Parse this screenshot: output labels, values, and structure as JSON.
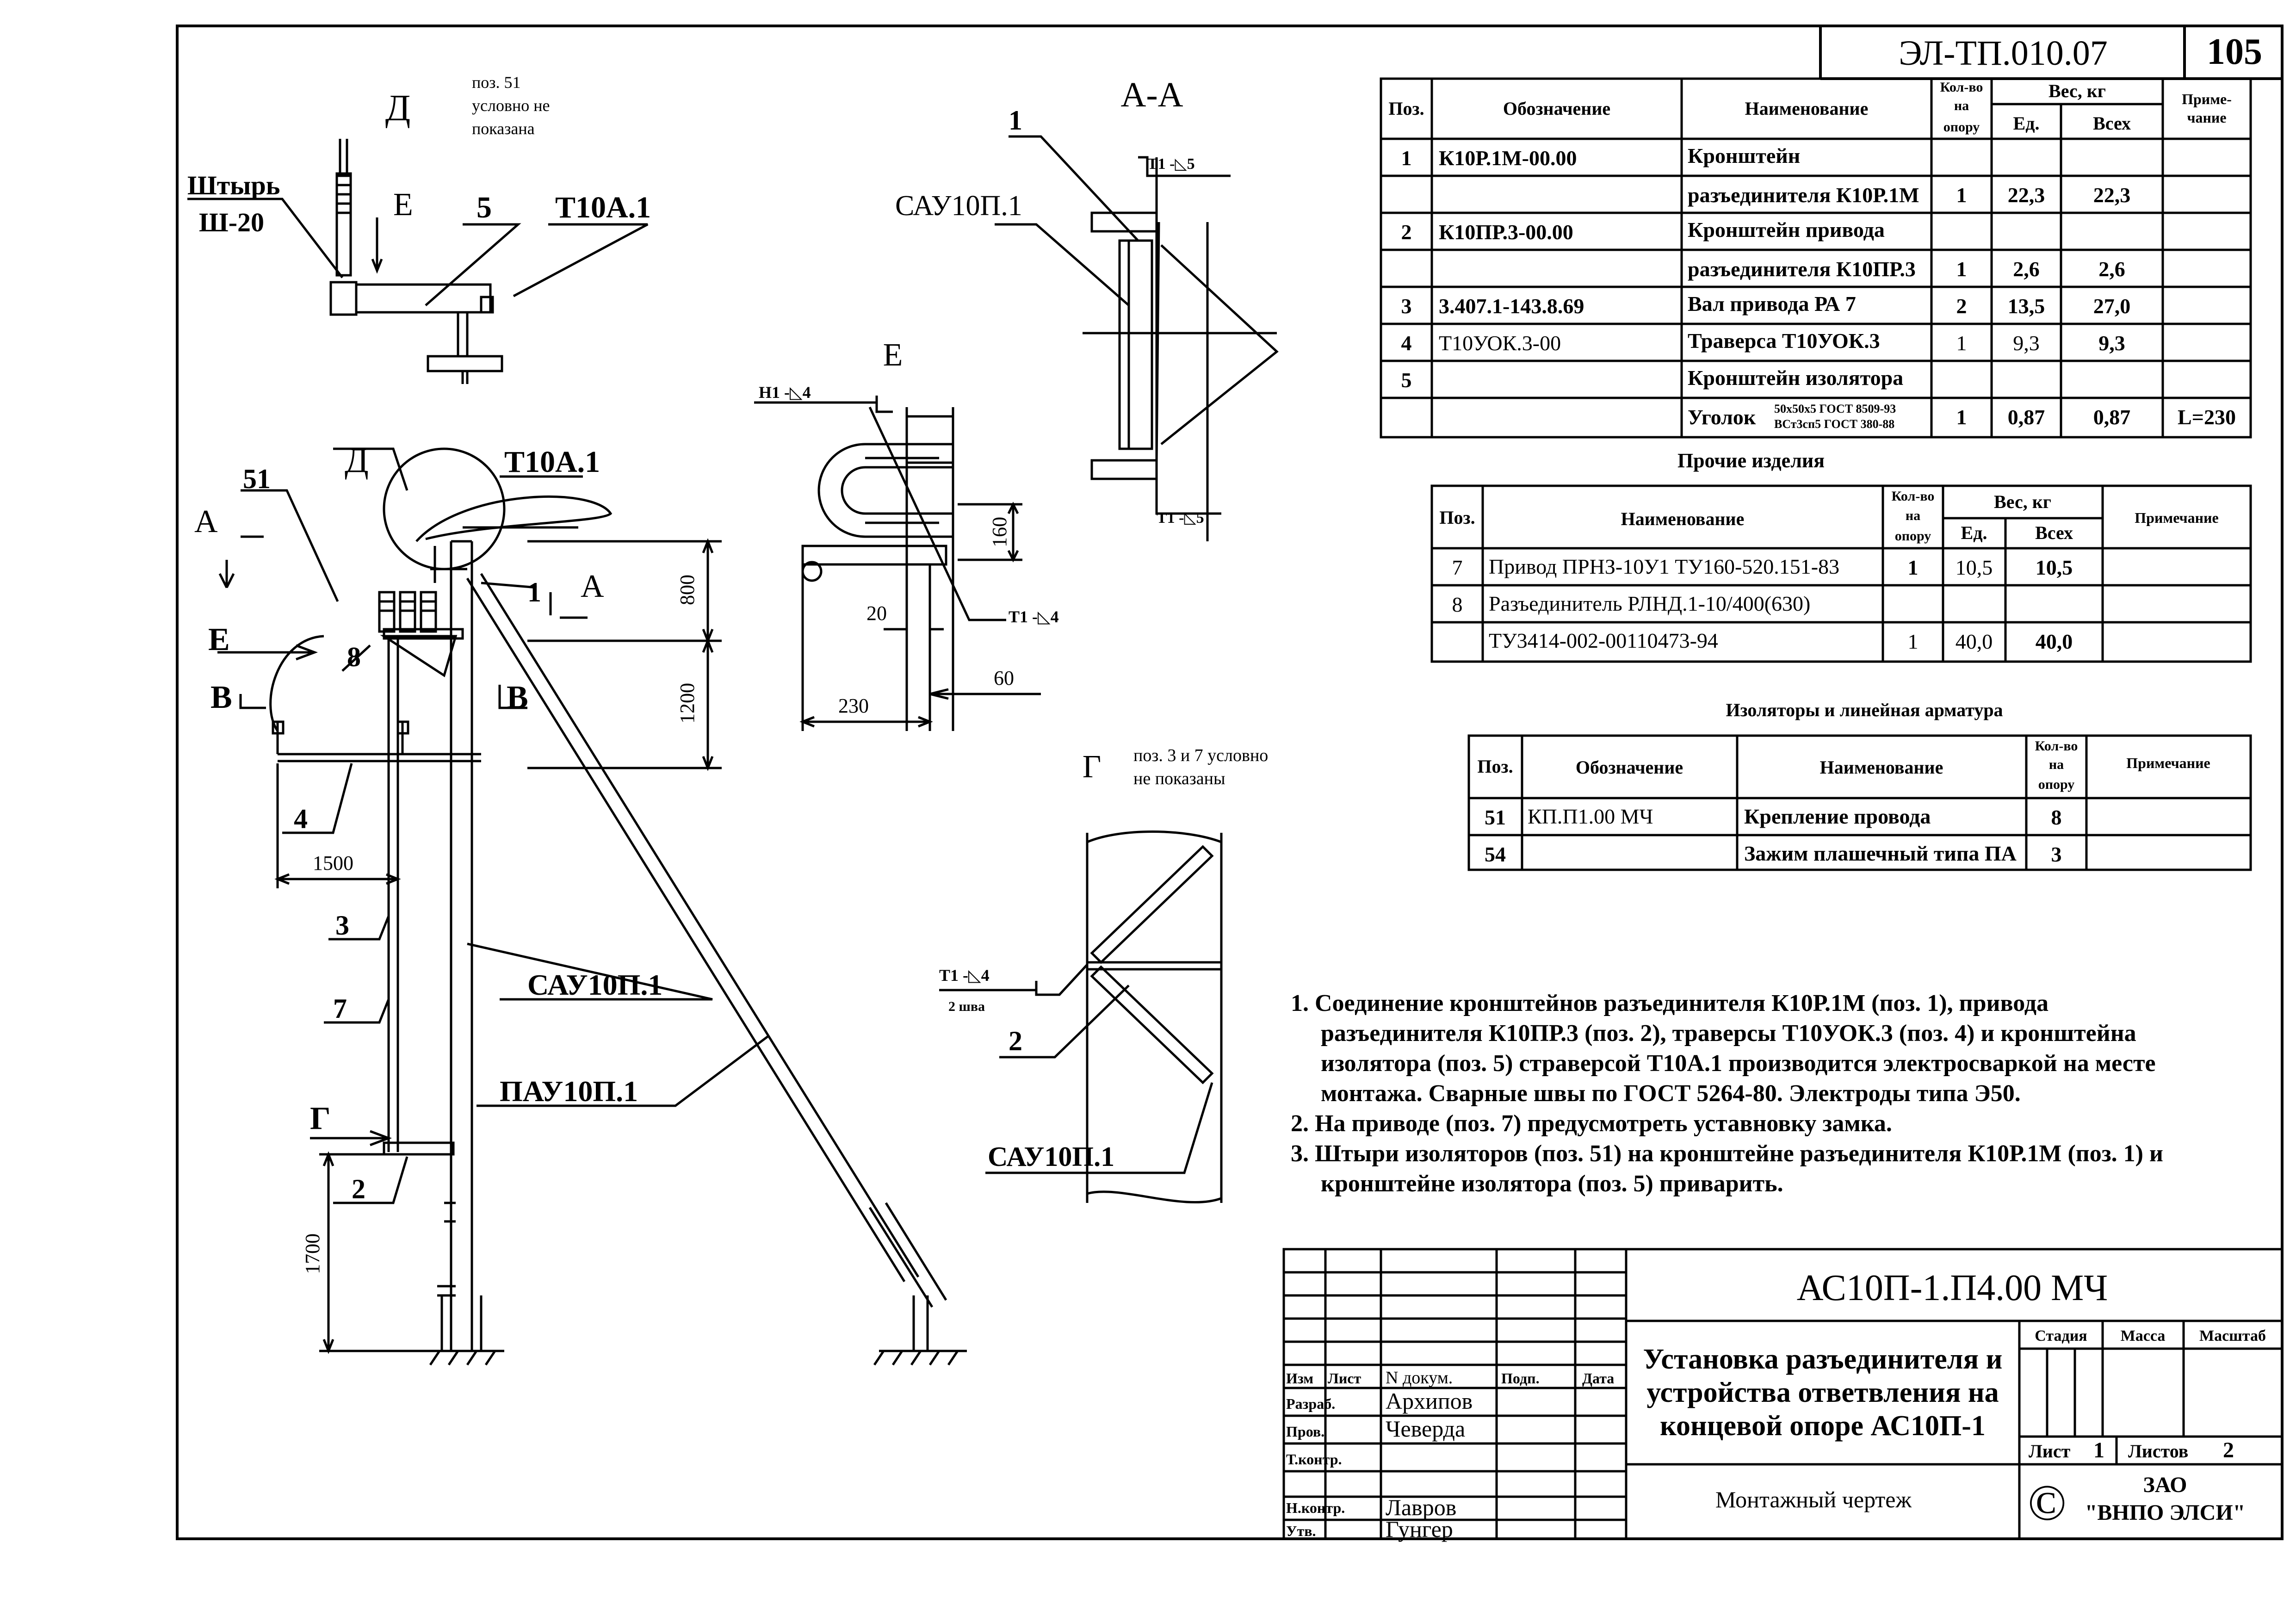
{
  "header": {
    "code": "ЭЛ-ТП.010.07",
    "page": "105"
  },
  "main_table": {
    "headers": {
      "pos": "Поз.",
      "designation": "Обозначение",
      "name": "Наименование",
      "qty_l1": "Кол-во",
      "qty_l2": "на",
      "qty_l3": "опору",
      "weight": "Вес, кг",
      "unit": "Ед.",
      "total": "Всех",
      "note_l1": "Приме-",
      "note_l2": "чание"
    },
    "rows": [
      {
        "pos": "1",
        "designation": "К10Р.1М-00.00",
        "name": "Кронштейн",
        "qty": "",
        "unit": "",
        "total": "",
        "note": ""
      },
      {
        "pos": "",
        "designation": "",
        "name": "разъединителя К10Р.1М",
        "qty": "1",
        "unit": "22,3",
        "total": "22,3",
        "note": ""
      },
      {
        "pos": "2",
        "designation": "К10ПР.3-00.00",
        "name": "Кронштейн привода",
        "qty": "",
        "unit": "",
        "total": "",
        "note": ""
      },
      {
        "pos": "",
        "designation": "",
        "name": "разъединителя К10ПР.3",
        "qty": "1",
        "unit": "2,6",
        "total": "2,6",
        "note": ""
      },
      {
        "pos": "3",
        "designation": "3.407.1-143.8.69",
        "name": "Вал привода РА 7",
        "qty": "2",
        "unit": "13,5",
        "total": "27,0",
        "note": ""
      },
      {
        "pos": "4",
        "designation": "Т10УОК.3-00",
        "name": "Траверса Т10УОК.3",
        "qty": "1",
        "unit": "9,3",
        "total": "9,3",
        "note": ""
      },
      {
        "pos": "5",
        "designation": "",
        "name": "Кронштейн изолятора",
        "qty": "",
        "unit": "",
        "total": "",
        "note": ""
      },
      {
        "pos": "",
        "designation": "",
        "name": "Уголок",
        "name_sub1": "50x50x5 ГОСТ 8509-93",
        "name_sub2": "ВСт3сп5 ГОСТ 380-88",
        "qty": "1",
        "unit": "0,87",
        "total": "0,87",
        "note": "L=230"
      }
    ]
  },
  "other_items": {
    "title": "Прочие изделия",
    "headers": {
      "pos": "Поз.",
      "name": "Наименование",
      "qty_l1": "Кол-во",
      "qty_l2": "на",
      "qty_l3": "опору",
      "weight": "Вес, кг",
      "unit": "Ед.",
      "total": "Всех",
      "note": "Примечание"
    },
    "rows": [
      {
        "pos": "7",
        "name": "Привод ПРНЗ-10У1 ТУ160-520.151-83",
        "qty": "1",
        "unit": "10,5",
        "total": "10,5"
      },
      {
        "pos": "8",
        "name": "Разъединитель РЛНД.1-10/400(630)",
        "qty": "",
        "unit": "",
        "total": ""
      },
      {
        "pos": "",
        "name": "ТУ3414-002-00110473-94",
        "qty": "1",
        "unit": "40,0",
        "total": "40,0"
      }
    ]
  },
  "insulators": {
    "title": "Изоляторы и линейная арматура",
    "headers": {
      "pos": "Поз.",
      "designation": "Обозначение",
      "name": "Наименование",
      "qty_l1": "Кол-во",
      "qty_l2": "на",
      "qty_l3": "опору",
      "note": "Примечание"
    },
    "rows": [
      {
        "pos": "51",
        "designation": "КП.П1.00 МЧ",
        "name": "Крепление провода",
        "qty": "8"
      },
      {
        "pos": "54",
        "designation": "",
        "name": "Зажим плашечный типа ПА",
        "qty": "3"
      }
    ]
  },
  "notes": [
    "1. Соединение кронштейнов разъединителя К10Р.1М (поз. 1), привода",
    "разъединителя К10ПР.3 (поз. 2), траверсы   Т10УОК.3 (поз. 4) и кронштейна",
    "изолятора (поз. 5) страверсой Т10А.1 производится электросваркой на месте",
    "монтажа. Сварные швы по ГОСТ 5264-80. Электроды типа Э50.",
    "2. На приводе (поз. 7) предусмотреть уставновку замка.",
    "3. Штыри изоляторов (поз. 51) на кронштейне разъединителя К10Р.1М (поз. 1) и",
    "кронштейне изолятора (поз. 5) приварить."
  ],
  "title_block": {
    "code": "АС10П-1.П4.00 МЧ",
    "title_lines": [
      "Установка разъединителя и",
      "устройства ответвления на",
      "концевой опоре АС10П-1"
    ],
    "doc_type": "Монтажный чертеж",
    "labels": {
      "izm": "Изм",
      "list": "Лист",
      "ndoc": "N докум.",
      "podp": "Подп.",
      "data": "Дата",
      "stage": "Стадия",
      "mass": "Масса",
      "scale": "Масштаб",
      "sheet": "Лист",
      "sheets": "Листов"
    },
    "sheet": "1",
    "sheets": "2",
    "roles": [
      {
        "role": "Разраб.",
        "name": "Архипов"
      },
      {
        "role": "Пров.",
        "name": "Чеверда"
      },
      {
        "role": "Т.контр.",
        "name": ""
      },
      {
        "role": "",
        "name": ""
      },
      {
        "role": "Н.контр.",
        "name": "Лавров"
      },
      {
        "role": "Утв.",
        "name": "Гунгер"
      }
    ],
    "company_l1": "ЗАО",
    "company_l2": "\"ВНПО ЭЛСИ\"",
    "copyright": "©"
  },
  "drawing": {
    "view_d": {
      "title": "Д",
      "note_l1": "поз. 51",
      "note_l2": "условно не",
      "note_l3": "показана",
      "pin_l1": "Штырь",
      "pin_l2": "Ш-20",
      "arrow": "Е",
      "pos": "5",
      "part": "Т10А.1"
    },
    "main": {
      "d_label": "Д",
      "t10a": "Т10А.1",
      "pos51": "51",
      "a_left": "А",
      "a_right": "А",
      "pos1": "1",
      "e_label": "Е",
      "pos8": "8",
      "v_left": "В",
      "v_right": "В",
      "pos4": "4",
      "dim1500": "1500",
      "pos3": "3",
      "pos7": "7",
      "g_label": "Г",
      "pos2": "2",
      "dim1700": "1700",
      "dim800": "800",
      "dim1200": "1200",
      "sau": "САУ10П.1",
      "pau": "ПАУ10П.1"
    },
    "view_e": {
      "title": "Е",
      "weld_h1": "Н1 -◺4",
      "weld_t1": "Т1 -◺4",
      "dim160": "160",
      "dim20": "20",
      "dim230": "230",
      "dim60": "60"
    },
    "section_aa": {
      "title": "А-А",
      "pos1": "1",
      "sau": "САУ10П.1",
      "weld_top": "Т1 -◺5",
      "weld_bot": "Т1 -◺5"
    },
    "view_g": {
      "title": "Г",
      "note_l1": "поз. 3 и 7 условно",
      "note_l2": "не показаны",
      "weld": "Т1 -◺4",
      "weld_sub": "2 шва",
      "pos2": "2",
      "sau": "САУ10П.1"
    }
  }
}
